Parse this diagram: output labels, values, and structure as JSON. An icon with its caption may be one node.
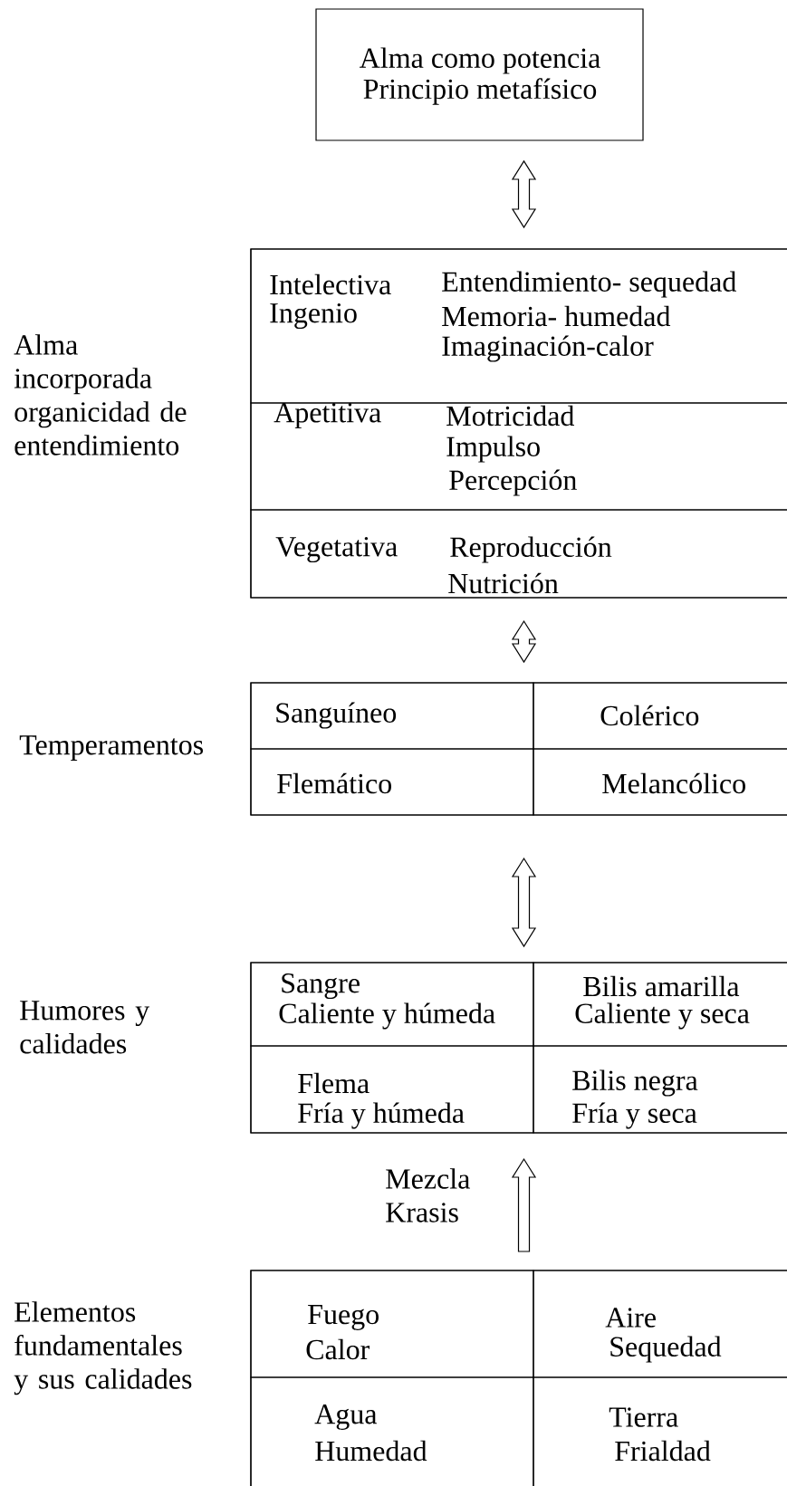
{
  "diagram": {
    "nodes": [
      {
        "text": [
          "Alma como potencia",
          "Principio metafísico"
        ]
      },
      {
        "text": [],
        "shape": "box",
        "beside": [
          "Alma incorporada organicidad de entendimiento"
        ]
      },
      {
        "text": [
          "Intelectiva",
          "Ingenio",
          "Entendimiento- sequedad",
          "Memoria- humedad",
          "Imaginación-calor"
        ],
        "in": 1
      },
      {
        "text": [
          "Apetitiva",
          "Motricidad",
          "Impulso",
          "Percepción"
        ],
        "in": 1
      },
      {
        "text": [
          "Vegetativa",
          "Reproducción",
          "Nutrición"
        ],
        "in": 1
      },
      {
        "text": [],
        "shape": "box",
        "beside": [
          "Temperamentos"
        ]
      },
      {
        "text": [
          "Sanguíneo"
        ],
        "in": 5
      },
      {
        "text": [
          "Colérico"
        ],
        "in": 5
      },
      {
        "text": [
          "Flemático"
        ],
        "in": 5
      },
      {
        "text": [
          "Melancólico"
        ],
        "in": 5
      },
      {
        "text": [],
        "shape": "box",
        "beside": [
          "Humores y calidades"
        ]
      },
      {
        "text": [
          "Sangre",
          "Caliente y húmeda"
        ],
        "in": 10
      },
      {
        "text": [
          "Bilis amarilla",
          "Caliente y seca"
        ],
        "in": 10
      },
      {
        "text": [
          "Flema",
          "Fría y húmeda"
        ],
        "in": 10
      },
      {
        "text": [
          "Bilis negra",
          "Fría y seca"
        ],
        "in": 10
      },
      {
        "text": [],
        "shape": "box",
        "beside": [
          "Elementos fundamentales y sus calidades"
        ]
      },
      {
        "text": [
          "Fuego",
          "Calor"
        ],
        "in": 15
      },
      {
        "text": [
          "Aire",
          "Sequedad"
        ],
        "in": 15
      },
      {
        "text": [
          "Agua",
          "Humedad"
        ],
        "in": 15
      },
      {
        "text": [
          "Tierra",
          "Frialdad"
        ],
        "in": 15
      }
    ],
    "edges": [
      {
        "from": 0,
        "to": 1,
        "arrow": "both"
      },
      {
        "from": 1,
        "to": 5,
        "arrow": "both"
      },
      {
        "from": 5,
        "to": 10,
        "arrow": "both"
      },
      {
        "from": 15,
        "to": 10,
        "arrow": "to",
        "label": "Mezcla Krasis"
      }
    ]
  }
}
